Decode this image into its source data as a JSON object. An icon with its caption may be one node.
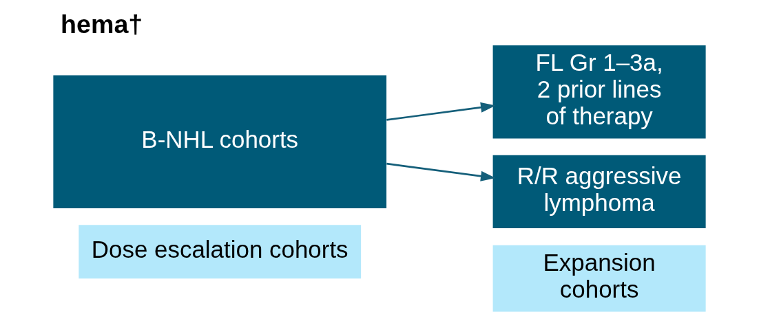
{
  "diagram": {
    "title": "hema†",
    "nodes": [
      {
        "text": [
          "Expansion cohorts"
        ]
      },
      {
        "text": [
          "Dose escalation cohorts"
        ]
      },
      {
        "text": [
          "B-NHL cohorts"
        ]
      },
      {
        "text": [
          "FL Gr 1–3a, 2 prior lines of therapy"
        ]
      },
      {
        "text": [
          "R/R aggressive lymphoma"
        ]
      }
    ],
    "edges": [
      {
        "from": 2,
        "to": 3,
        "arrow": "to",
        "color": "#155f7a"
      },
      {
        "from": 2,
        "to": 4,
        "arrow": "to",
        "color": "#155f7a"
      }
    ]
  }
}
